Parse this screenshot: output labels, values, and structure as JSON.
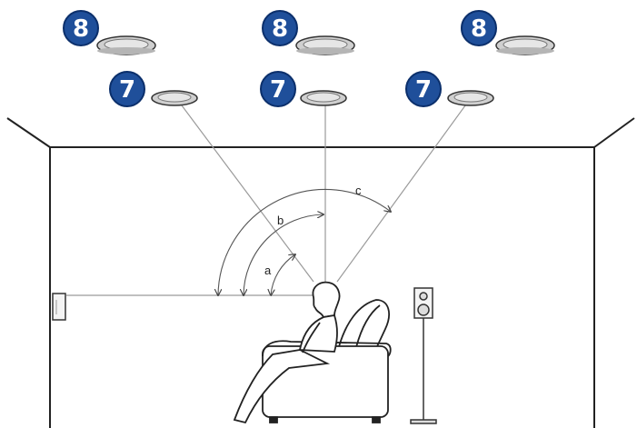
{
  "speaker_badges": {
    "top_row": "8",
    "lower_row": "7"
  },
  "angle_labels": {
    "a": "a",
    "b": "b",
    "c": "c"
  },
  "colors": {
    "badge_fill": "#1f4f9a",
    "badge_stroke": "#0b2f6b",
    "line": "#222222",
    "sightline": "#9a9a9a",
    "speaker_body": "#d0d0d0"
  }
}
